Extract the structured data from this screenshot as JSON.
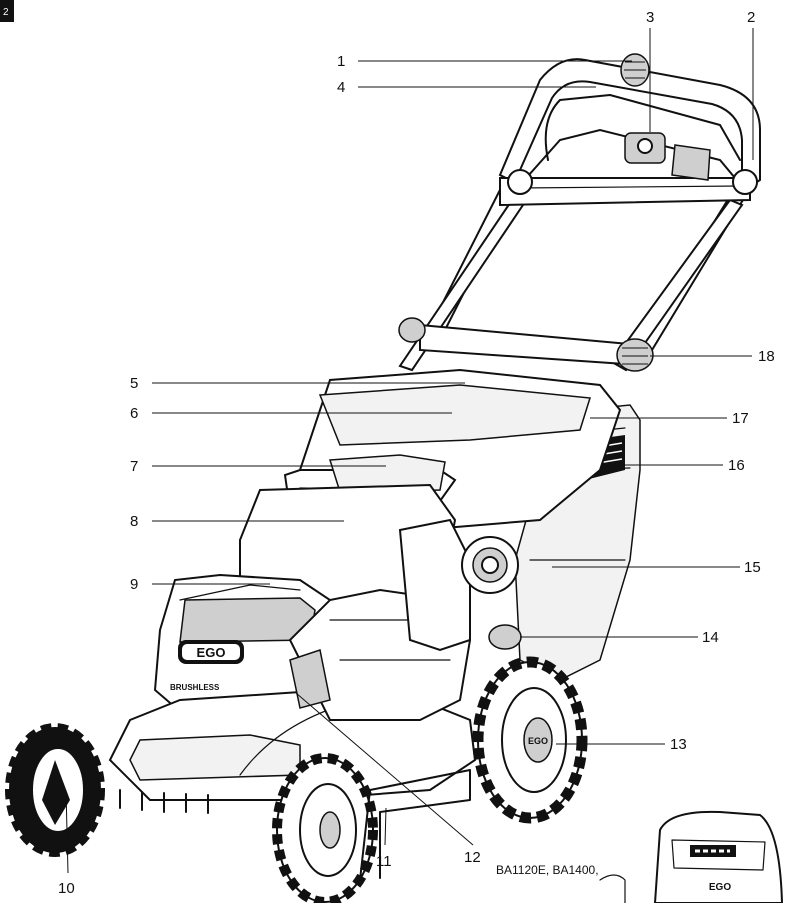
{
  "page_marker": "2",
  "model_caption": "BA1120E, BA1400,",
  "logo_text": "EGO",
  "engine_badge_text": "BRUSHLESS",
  "callouts": [
    {
      "num": "1"
    },
    {
      "num": "2"
    },
    {
      "num": "3"
    },
    {
      "num": "4"
    },
    {
      "num": "5"
    },
    {
      "num": "6"
    },
    {
      "num": "7"
    },
    {
      "num": "8"
    },
    {
      "num": "9"
    },
    {
      "num": "10"
    },
    {
      "num": "11"
    },
    {
      "num": "12"
    },
    {
      "num": "13"
    },
    {
      "num": "14"
    },
    {
      "num": "15"
    },
    {
      "num": "16"
    },
    {
      "num": "17"
    },
    {
      "num": "18"
    }
  ]
}
